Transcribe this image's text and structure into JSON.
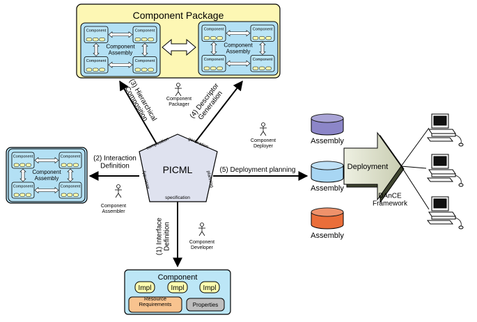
{
  "package": {
    "title": "Component Package",
    "component_label": "Component",
    "assembly_label": "Component\nAssembly"
  },
  "assembly_left": {
    "component_label": "Component",
    "assembly_label": "Component\nAssembly"
  },
  "picml": {
    "name": "PICML",
    "sides": [
      "composition",
      "generation",
      "planning",
      "specification",
      "assembly"
    ]
  },
  "steps": {
    "step1": "(1) Interface\nDefinition",
    "step2": "(2) Interaction\nDefinition",
    "step3": "(3) Hierarchical\nComposition",
    "step4": "(4) Descriptor\nGeneration",
    "step5": "(5) Deployment planning"
  },
  "roles": {
    "packager": "Component\nPackager",
    "deployer": "Component\nDeployer",
    "assembler": "Component\nAssembler",
    "developer": "Component\nDeveloper"
  },
  "component_box": {
    "title": "Component",
    "impl_label": "Impl",
    "resource": "Resource\nRequirements",
    "properties": "Properties"
  },
  "deployment": {
    "assemblies": [
      "Assembly",
      "Assembly",
      "Assembly"
    ],
    "arrow_label": "Deployment",
    "framework": "DAnCE\nFramework"
  },
  "colors": {
    "package_bg": "#fdf7b4",
    "assembly_bg": "#b3e0f4",
    "component_bg": "#bce6f6",
    "impl_bg": "#fefeb0",
    "resource_bg": "#f8c38f",
    "properties_bg": "#bebebe",
    "picml_bg": "#dfe2ef",
    "cyl_purple": "#8c86c8",
    "cyl_blue": "#a8d6f3",
    "cyl_orange": "#ea6e3a",
    "deploy_arrow": "#d9dcc6"
  }
}
